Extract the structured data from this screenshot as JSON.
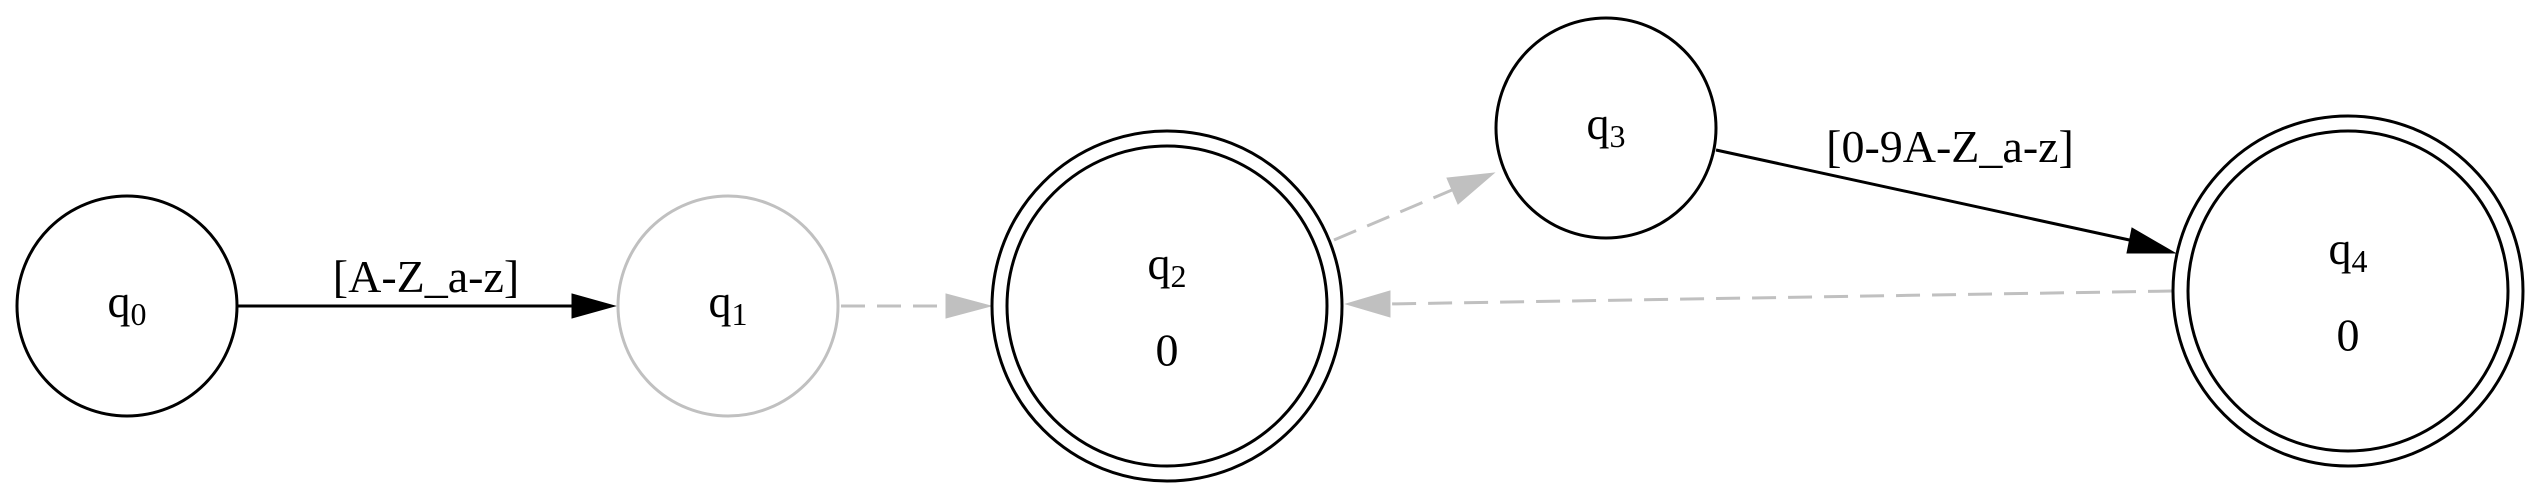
{
  "colors": {
    "active": "#000000",
    "inactive": "#c0c0c0"
  },
  "states": [
    {
      "id": "q0",
      "name": "q",
      "sub": "0",
      "output": "",
      "accepting": false,
      "active": true
    },
    {
      "id": "q1",
      "name": "q",
      "sub": "1",
      "output": "",
      "accepting": false,
      "active": false
    },
    {
      "id": "q2",
      "name": "q",
      "sub": "2",
      "output": "0",
      "accepting": true,
      "active": true
    },
    {
      "id": "q3",
      "name": "q",
      "sub": "3",
      "output": "",
      "accepting": false,
      "active": true
    },
    {
      "id": "q4",
      "name": "q",
      "sub": "4",
      "output": "0",
      "accepting": true,
      "active": true
    }
  ],
  "transitions": [
    {
      "id": "q0-q1",
      "from": "q0",
      "to": "q1",
      "label": "[A-Z_a-z]",
      "active": true
    },
    {
      "id": "q1-q2",
      "from": "q1",
      "to": "q2",
      "label": "",
      "active": false
    },
    {
      "id": "q2-q3",
      "from": "q2",
      "to": "q3",
      "label": "",
      "active": false
    },
    {
      "id": "q3-q4",
      "from": "q3",
      "to": "q4",
      "label": "[0-9A-Z_a-z]",
      "active": true
    },
    {
      "id": "q4-q2",
      "from": "q4",
      "to": "q2",
      "label": "",
      "active": false
    }
  ]
}
